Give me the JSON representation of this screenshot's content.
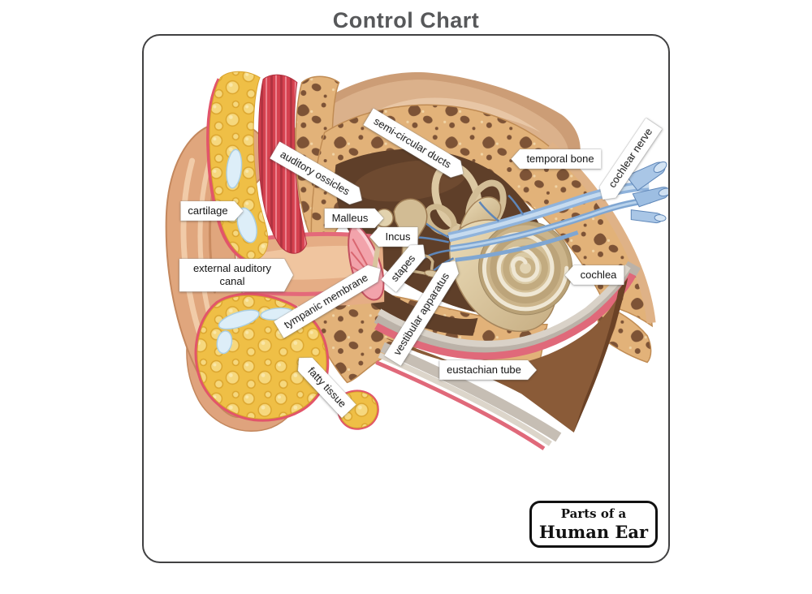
{
  "title": "Control Chart",
  "caption": {
    "line1": "Parts of a",
    "line2": "Human Ear"
  },
  "labels": [
    {
      "text": "semi-circular ducts"
    },
    {
      "text": "temporal bone"
    },
    {
      "text": "cochlear nerve"
    },
    {
      "text": "auditory ossicles"
    },
    {
      "text": "cartilage"
    },
    {
      "text": "Malleus"
    },
    {
      "text": "Incus"
    },
    {
      "text": "stapes"
    },
    {
      "text": "external auditory canal"
    },
    {
      "text": "tympanic membrane"
    },
    {
      "text": "vestibular apparatus"
    },
    {
      "text": "cochlea"
    },
    {
      "text": "eustachian tube"
    },
    {
      "text": "fatty tissue"
    }
  ],
  "colors": {
    "title_text": "#57585A",
    "frame_border": "#414142",
    "bone": "#E2B279",
    "bone_pore": "#7D5336",
    "fat": "#EFBF46",
    "muscle_red": "#D6414F",
    "pink_rim": "#E2556A",
    "skin": "#DFA37D",
    "cavity_brown": "#5F3F29",
    "nerve_blue": "#8FB3DC",
    "membrane_pink": "#F2A3AB",
    "cochlea_tan": "#CBB48A",
    "eustachian_brown": "#8A5B38"
  }
}
